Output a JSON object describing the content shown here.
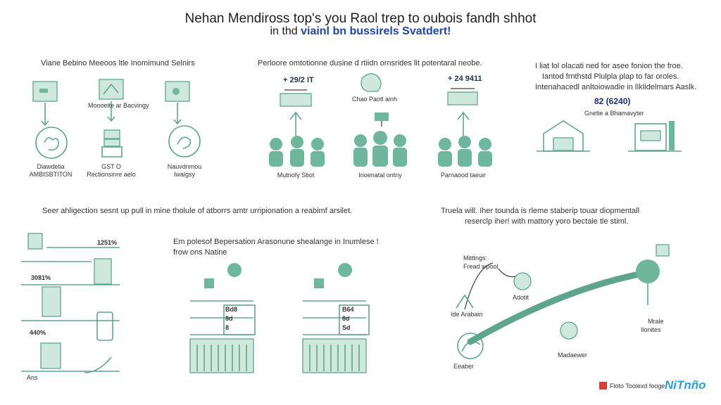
{
  "header": {
    "line1": "Nehan Mendiross top's you Raol trep to oubois fandh shhot",
    "line2_prefix": "in thd ",
    "line2_highlight": "viainl bn bussirels Svatdert!"
  },
  "panel1": {
    "heading": "Viane Bebino Meeoos ltle Inomimund Selnirs",
    "sub_label": "Moooeite ar Bacvingy",
    "items": [
      {
        "line1": "Diawdelia",
        "line2": "AMBISBTITON"
      },
      {
        "line1": "GST O",
        "line2": "Rectionsinre aelo"
      },
      {
        "line1": "Nauvdnmou",
        "line2": "Iwalgsy"
      }
    ]
  },
  "panel2": {
    "heading": "Perloore omtotionne dusine d rtiidn ornsrides lit potentaral neobe.",
    "price_left": "+ 29/2 IT",
    "price_right": "+ 24 9411",
    "center_label": "Chao Paotl ainh",
    "captions": [
      "Mutnofy Stiot",
      "Inoenatal ontny",
      "Parnaood taeuir"
    ]
  },
  "panel3": {
    "line1": "I liat lol olacati ned for asee fonion the froe.",
    "line2": "Iantod frnthstd Plulpla plap to far oroles.",
    "line3": "Intenahacedl anltoiowadie in lIklidelmars Aaslk.",
    "code": "82 (6240)",
    "code_caption": "Gnetie a Bhamavyter"
  },
  "panel4": {
    "heading": "Seer ahligection sesnt up pull in mine tholule of atborrs amtr urripionation a reabimf arsilet.",
    "values": [
      "1251%",
      "3081%",
      "440%"
    ],
    "footer": "Ans",
    "desc_line1": "Em polesof Bepersation Arasonune shealange in Inumlese !",
    "desc_line2": "frow ons Natine",
    "receipt_left": [
      "Bd8",
      "8d",
      "8"
    ],
    "receipt_right": [
      "B64",
      "8d",
      "Sd"
    ]
  },
  "panel5": {
    "line1": "Truela will. Iher tounda is rleme staberip touar diopmentall",
    "line2": "reserclp iher! with mattory yoro bectaie tle stiml.",
    "label_top": "Mitttngs:",
    "label_top2": "Fread wpool",
    "nodes": [
      "Adotit",
      "Ide Arabain",
      "Madaewer",
      "Mrale",
      "Ilonites",
      "Eeaber"
    ]
  },
  "footer": {
    "brand_text": "Floto Toolexd fooge",
    "logo": "NiTnño"
  },
  "colors": {
    "accent": "#5fa58d",
    "highlight": "#2146a8",
    "logo": "#2a9fd6"
  }
}
